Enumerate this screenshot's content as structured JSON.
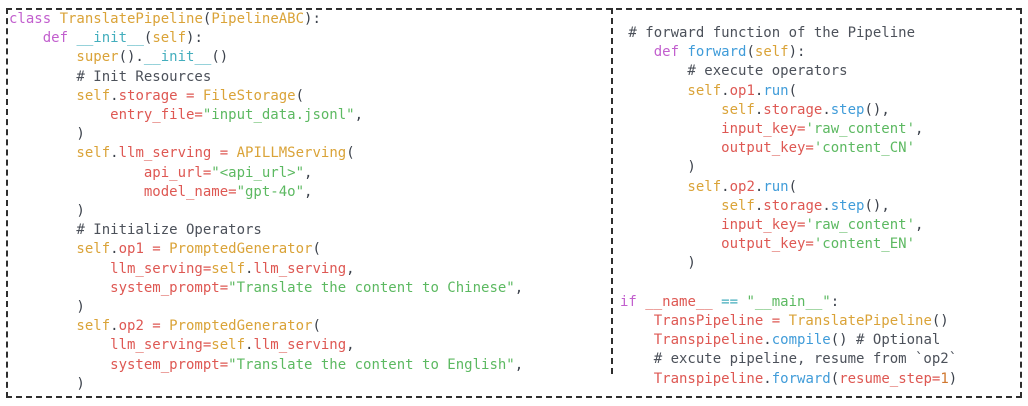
{
  "figure": {
    "description_left_panel": "class definition",
    "description_right_panel": "forward and main block"
  },
  "palette": {
    "kw": "#c25fce",
    "cls": "#daa338",
    "red": "#de5853",
    "str": "#5cb961",
    "fn": "#409cd9",
    "teal": "#43aebd",
    "num": "#d0772e",
    "com": "#4c515a",
    "pu": "#3b414b",
    "border": "#2e2e2e",
    "background": "#ffffff"
  },
  "panels": {
    "left": {
      "lines": [
        [
          [
            "kw",
            "class "
          ],
          [
            "cls",
            "TranslatePipeline"
          ],
          [
            "pu",
            "("
          ],
          [
            "cls",
            "PipelineABC"
          ],
          [
            "pu",
            "):"
          ]
        ],
        [
          [
            "kw",
            "    def "
          ],
          [
            "teal",
            "__init__"
          ],
          [
            "pu",
            "("
          ],
          [
            "cls",
            "self"
          ],
          [
            "pu",
            "):"
          ]
        ],
        [
          [
            "cls",
            "        super"
          ],
          [
            "pu",
            "()."
          ],
          [
            "teal",
            "__init__"
          ],
          [
            "pu",
            "()"
          ]
        ],
        [
          [
            "com",
            "        # Init Resources"
          ]
        ],
        [
          [
            "cls",
            "        self"
          ],
          [
            "pu",
            "."
          ],
          [
            "red",
            "storage = "
          ],
          [
            "cls",
            "FileStorage"
          ],
          [
            "pu",
            "("
          ]
        ],
        [
          [
            "red",
            "            entry_file="
          ],
          [
            "str",
            "\"input_data.jsonl\""
          ],
          [
            "pu",
            ","
          ]
        ],
        [
          [
            "pu",
            "        )"
          ]
        ],
        [
          [
            "cls",
            "        self"
          ],
          [
            "pu",
            "."
          ],
          [
            "red",
            "llm_serving = "
          ],
          [
            "cls",
            "APILLMServing"
          ],
          [
            "pu",
            "("
          ]
        ],
        [
          [
            "red",
            "                api_url="
          ],
          [
            "str",
            "\"<api_url>\""
          ],
          [
            "pu",
            ","
          ]
        ],
        [
          [
            "red",
            "                model_name="
          ],
          [
            "str",
            "\"gpt-4o\""
          ],
          [
            "pu",
            ","
          ]
        ],
        [
          [
            "pu",
            "        )"
          ]
        ],
        [
          [
            "com",
            "        # Initialize Operators"
          ]
        ],
        [
          [
            "cls",
            "        self"
          ],
          [
            "pu",
            "."
          ],
          [
            "red",
            "op1 = "
          ],
          [
            "cls",
            "PromptedGenerator"
          ],
          [
            "pu",
            "("
          ]
        ],
        [
          [
            "red",
            "            llm_serving="
          ],
          [
            "cls",
            "self"
          ],
          [
            "pu",
            "."
          ],
          [
            "red",
            "llm_serving"
          ],
          [
            "pu",
            ","
          ]
        ],
        [
          [
            "red",
            "            system_prompt="
          ],
          [
            "str",
            "\"Translate the content to Chinese\""
          ],
          [
            "pu",
            ","
          ]
        ],
        [
          [
            "pu",
            "        )"
          ]
        ],
        [
          [
            "cls",
            "        self"
          ],
          [
            "pu",
            "."
          ],
          [
            "red",
            "op2 = "
          ],
          [
            "cls",
            "PromptedGenerator"
          ],
          [
            "pu",
            "("
          ]
        ],
        [
          [
            "red",
            "            llm_serving="
          ],
          [
            "cls",
            "self"
          ],
          [
            "pu",
            "."
          ],
          [
            "red",
            "llm_serving"
          ],
          [
            "pu",
            ","
          ]
        ],
        [
          [
            "red",
            "            system_prompt="
          ],
          [
            "str",
            "\"Translate the content to English\""
          ],
          [
            "pu",
            ","
          ]
        ],
        [
          [
            "pu",
            "        )"
          ]
        ]
      ]
    },
    "right": {
      "lines": [
        [
          [
            "com",
            " # forward function of the Pipeline"
          ]
        ],
        [
          [
            "kw",
            "    def "
          ],
          [
            "fn",
            "forward"
          ],
          [
            "pu",
            "("
          ],
          [
            "cls",
            "self"
          ],
          [
            "pu",
            "):"
          ]
        ],
        [
          [
            "com",
            "        # execute operators"
          ]
        ],
        [
          [
            "cls",
            "        self"
          ],
          [
            "pu",
            "."
          ],
          [
            "red",
            "op1"
          ],
          [
            "pu",
            "."
          ],
          [
            "fn",
            "run"
          ],
          [
            "pu",
            "("
          ]
        ],
        [
          [
            "cls",
            "            self"
          ],
          [
            "pu",
            "."
          ],
          [
            "red",
            "storage"
          ],
          [
            "pu",
            "."
          ],
          [
            "fn",
            "step"
          ],
          [
            "pu",
            "(),"
          ]
        ],
        [
          [
            "red",
            "            input_key="
          ],
          [
            "str",
            "'raw_content'"
          ],
          [
            "pu",
            ","
          ]
        ],
        [
          [
            "red",
            "            output_key="
          ],
          [
            "str",
            "'content_CN'"
          ]
        ],
        [
          [
            "pu",
            "        )"
          ]
        ],
        [
          [
            "cls",
            "        self"
          ],
          [
            "pu",
            "."
          ],
          [
            "red",
            "op2"
          ],
          [
            "pu",
            "."
          ],
          [
            "fn",
            "run"
          ],
          [
            "pu",
            "("
          ]
        ],
        [
          [
            "cls",
            "            self"
          ],
          [
            "pu",
            "."
          ],
          [
            "red",
            "storage"
          ],
          [
            "pu",
            "."
          ],
          [
            "fn",
            "step"
          ],
          [
            "pu",
            "(),"
          ]
        ],
        [
          [
            "red",
            "            input_key="
          ],
          [
            "str",
            "'raw_content'"
          ],
          [
            "pu",
            ","
          ]
        ],
        [
          [
            "red",
            "            output_key="
          ],
          [
            "str",
            "'content_EN'"
          ]
        ],
        [
          [
            "pu",
            "        )"
          ]
        ],
        [],
        [
          [
            "kw",
            "if "
          ],
          [
            "red",
            "__name__ "
          ],
          [
            "teal",
            "== "
          ],
          [
            "str",
            "\"__main__\""
          ],
          [
            "pu",
            ":"
          ]
        ],
        [
          [
            "red",
            "    TransPipeline = "
          ],
          [
            "cls",
            "TranslatePipeline"
          ],
          [
            "pu",
            "()"
          ]
        ],
        [
          [
            "red",
            "    Transpipeline"
          ],
          [
            "pu",
            "."
          ],
          [
            "fn",
            "compile"
          ],
          [
            "pu",
            "() "
          ],
          [
            "com",
            "# Optional"
          ]
        ],
        [
          [
            "com",
            "    # excute pipeline, resume from `op2`"
          ]
        ],
        [
          [
            "red",
            "    Transpipeline"
          ],
          [
            "pu",
            "."
          ],
          [
            "fn",
            "forward"
          ],
          [
            "pu",
            "("
          ],
          [
            "red",
            "resume_step="
          ],
          [
            "num",
            "1"
          ],
          [
            "pu",
            ")"
          ]
        ]
      ]
    }
  }
}
